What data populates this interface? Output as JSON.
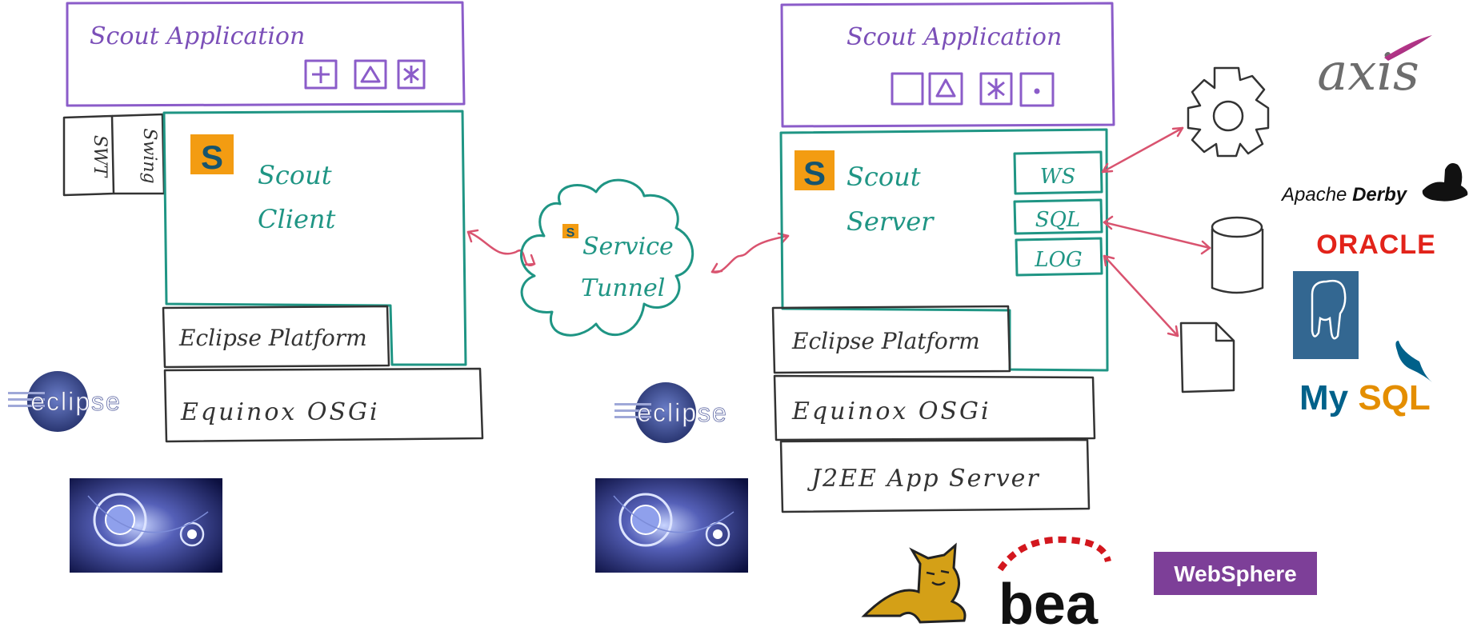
{
  "client": {
    "app_title": "Scout Application",
    "toolbar_icons": [
      "plus-icon",
      "triangle-icon",
      "asterisk-icon"
    ],
    "side_tabs": [
      "SWT",
      "Swing"
    ],
    "title": "Scout\nClient",
    "platform": "Eclipse Platform",
    "osgi": "Equinox OSGi",
    "eclipse_logo": "eclipse"
  },
  "tunnel": {
    "title": "Service\nTunnel"
  },
  "server": {
    "app_title": "Scout Application",
    "toolbar_icons": [
      "square-icon",
      "triangle-icon",
      "asterisk-icon",
      "dot-icon"
    ],
    "title": "Scout\nServer",
    "services": [
      "WS",
      "SQL",
      "LOG"
    ],
    "platform": "Eclipse Platform",
    "osgi": "Equinox OSGi",
    "app_server": "J2EE App Server",
    "eclipse_logo": "eclipse"
  },
  "vendors": {
    "axis": "axis",
    "derby_prefix": "Apache",
    "derby_name": "Derby",
    "oracle": "ORACLE",
    "mysql_my": "My",
    "mysql_sql": "SQL",
    "bea": "bea",
    "websphere": "WebSphere"
  },
  "colors": {
    "app_border": "#8b5cc9",
    "scout_border": "#1f9584",
    "arrow": "#d9536f",
    "scout_logo": "#f39c12",
    "oracle": "#e2231a",
    "websphere": "#7d3f98",
    "postgres": "#336791",
    "mysql_blue": "#00618a",
    "mysql_orange": "#e48e00",
    "bea": "#d3171e"
  }
}
